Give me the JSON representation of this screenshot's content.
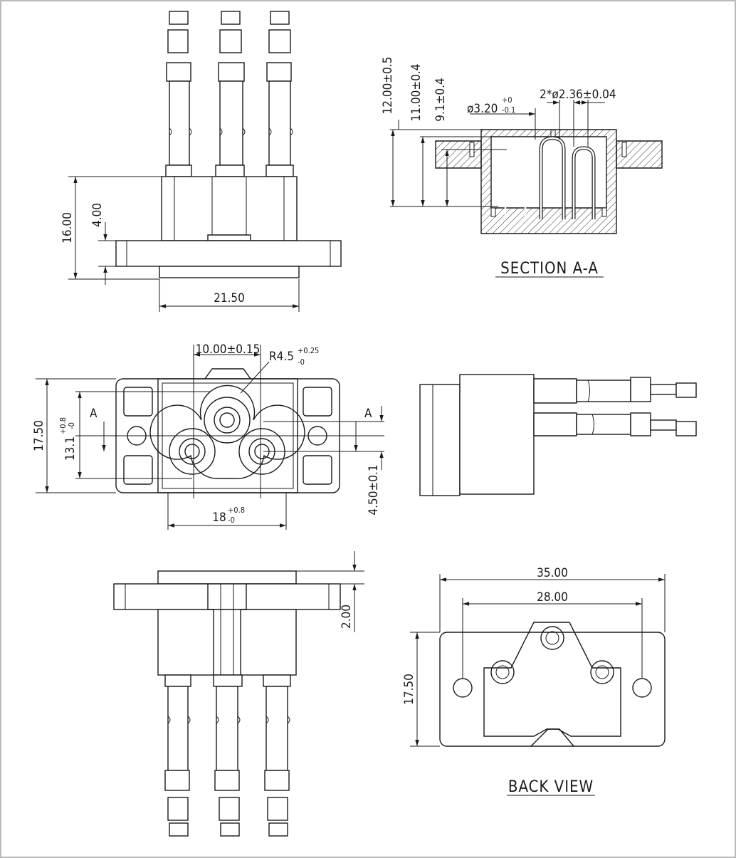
{
  "views": {
    "top": {
      "dim_height": "16.00",
      "dim_flange": "4.00",
      "dim_width": "21.50"
    },
    "section": {
      "title": "SECTION A-A",
      "dim_12": "12.00±0.5",
      "dim_11": "11.00±0.4",
      "dim_9": "9.1±0.4",
      "dim_hole": "ø3.20",
      "dim_hole_tol_up": "+0",
      "dim_hole_tol_dn": "-0.1",
      "dim_pins": "2*ø2.36±0.04"
    },
    "front": {
      "dim_spacing": "10.00±0.15",
      "dim_radius": "R4.5",
      "dim_radius_tol_up": "+0.25",
      "dim_radius_tol_dn": "-0",
      "dim_height": "17.50",
      "dim_inner_h": "13.1",
      "dim_inner_h_tol_up": "+0.8",
      "dim_inner_h_tol_dn": "-0",
      "dim_width": "18",
      "dim_width_tol_up": "+0.8",
      "dim_width_tol_dn": "-0",
      "dim_offset": "4.50±0.1",
      "section_mark": "A"
    },
    "bottom": {
      "dim_step": "2.00"
    },
    "back": {
      "title": "BACK VIEW",
      "dim_outer": "35.00",
      "dim_holes": "28.00",
      "dim_height": "17.50"
    }
  }
}
